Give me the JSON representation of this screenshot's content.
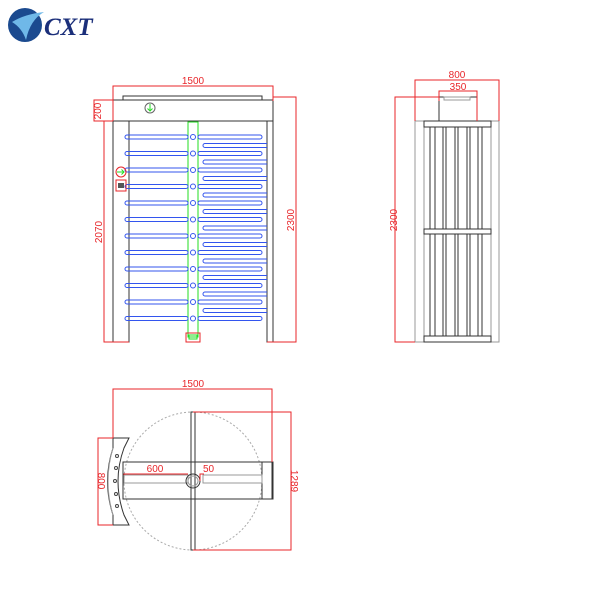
{
  "logo": {
    "text": "CXT"
  },
  "front_view": {
    "width_label": "1500",
    "cap_height_label": "200",
    "clear_height_label": "2070",
    "total_height_label": "2300",
    "arm_count": 12
  },
  "side_view": {
    "depth_label": "800",
    "top_box_label": "350",
    "height_label": "2300"
  },
  "top_view": {
    "width_label": "1500",
    "depth_label": "1289",
    "bracket_label": "800",
    "arm_length_label": "600",
    "hub_label": "50"
  },
  "colors": {
    "dimension": "#e8262a",
    "arm": "#3355ee",
    "post": "#22dd22",
    "logo": "#1b2f7a"
  }
}
